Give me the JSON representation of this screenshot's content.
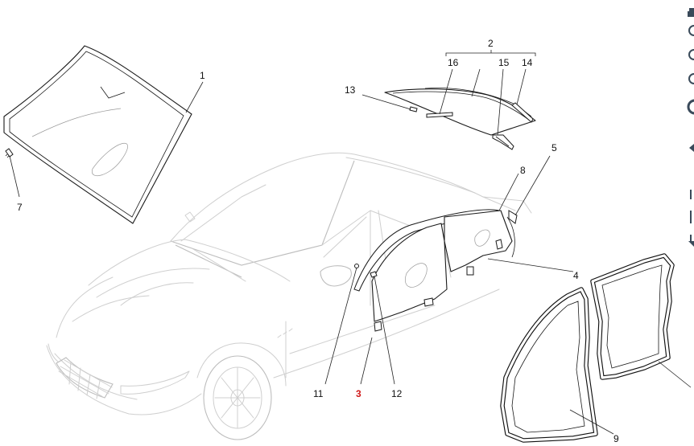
{
  "callouts": {
    "c1": "1",
    "c2": "2",
    "c3": "3",
    "c4": "4",
    "c5": "5",
    "c7": "7",
    "c8": "8",
    "c9": "9",
    "c11": "11",
    "c12": "12",
    "c13": "13",
    "c14": "14",
    "c15": "15",
    "c16": "16"
  },
  "highlight_color": "#d01818",
  "line_color": "#1a1a1a",
  "car_outline_color": "#cfcfcf",
  "side_toolbar_icons": [
    "print-icon",
    "zoom-in-icon",
    "zoom-out-icon",
    "zoom-reset-icon",
    "fit-icon",
    "back-arrow-icon",
    "number-icon",
    "bookmark-icon",
    "down-arrow-icon"
  ]
}
